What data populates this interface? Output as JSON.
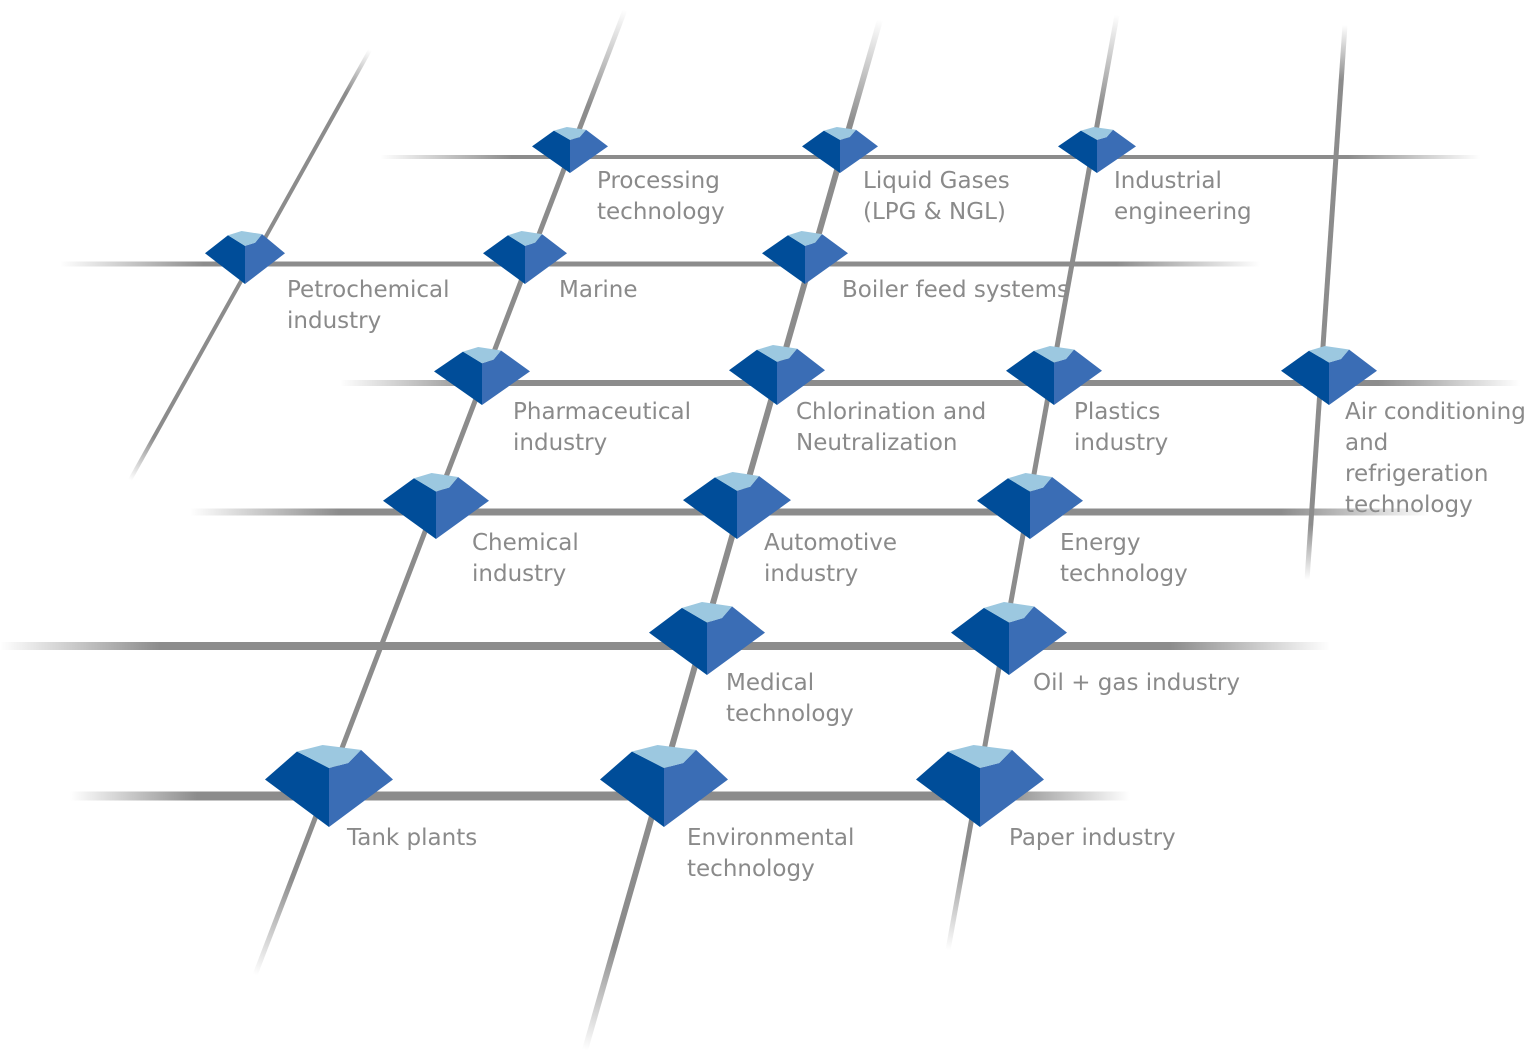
{
  "colors": {
    "line": "#8c8c8c",
    "pyramid_top": "#9cc8e0",
    "pyramid_dark": "#004d99",
    "pyramid_mid": "#3a6db5",
    "label_text": "#8a8a8a",
    "background": "#ffffff"
  },
  "nodes": [
    {
      "id": "processing",
      "label": "Processing\ntechnology"
    },
    {
      "id": "liquid-gases",
      "label": "Liquid Gases\n(LPG & NGL)"
    },
    {
      "id": "industrial-eng",
      "label": "Industrial\nengineering"
    },
    {
      "id": "petrochemical",
      "label": "Petrochemical\nindustry"
    },
    {
      "id": "marine",
      "label": "Marine"
    },
    {
      "id": "boiler-feed",
      "label": "Boiler feed systems"
    },
    {
      "id": "pharmaceutical",
      "label": "Pharmaceutical\nindustry"
    },
    {
      "id": "chlorination",
      "label": "Chlorination and\nNeutralization"
    },
    {
      "id": "plastics",
      "label": "Plastics\nindustry"
    },
    {
      "id": "air-conditioning",
      "label": "Air conditioning\nand refrigeration\ntechnology"
    },
    {
      "id": "chemical",
      "label": "Chemical\nindustry"
    },
    {
      "id": "automotive",
      "label": "Automotive\nindustry"
    },
    {
      "id": "energy",
      "label": "Energy\ntechnology"
    },
    {
      "id": "medical",
      "label": "Medical\ntechnology"
    },
    {
      "id": "oil-gas",
      "label": "Oil + gas industry"
    },
    {
      "id": "tank-plants",
      "label": "Tank plants"
    },
    {
      "id": "environmental",
      "label": "Environmental\ntechnology"
    },
    {
      "id": "paper",
      "label": "Paper industry"
    }
  ]
}
